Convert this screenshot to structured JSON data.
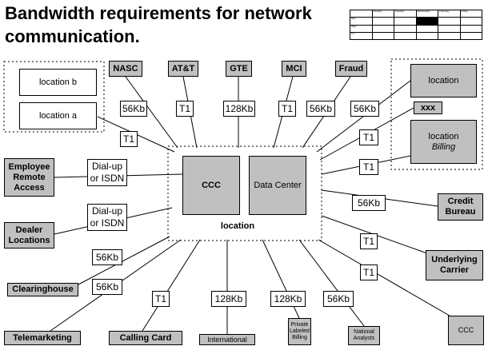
{
  "title": "Bandwidth requirements for network communication.",
  "legend_table": {
    "header": [
      "",
      "Monday",
      "Tuesday",
      "Wednesday",
      "Thursday",
      "Friday"
    ],
    "rows": [
      [
        "Mon",
        "",
        "",
        "",
        "",
        ""
      ],
      [
        "Wed",
        "",
        "",
        "",
        "",
        ""
      ],
      [
        "Fri",
        "",
        "",
        "",
        "",
        ""
      ]
    ]
  },
  "sites": {
    "nasc": "NASC",
    "att": "AT&T",
    "gte": "GTE",
    "mci": "MCI",
    "fraud": "Fraud",
    "location_b": "location b",
    "location_a": "location a",
    "location_right": "location",
    "xxx": "xxx",
    "location_billing_line1": "location",
    "location_billing_line2": "Billing",
    "employee_remote_access": "Employee Remote Access",
    "dealer_locations": "Dealer Locations",
    "clearinghouse": "Clearinghouse",
    "telemarketing": "Telemarketing",
    "calling_card": "Calling Card",
    "international": "International",
    "private_labeled_billing": "Private Labeled Billing",
    "national_analysts": "National Analysts",
    "ccc_bottom": "CCC",
    "credit_bureau": "Credit Bureau",
    "underlying_carrier": "Underlying Carrier"
  },
  "hub": {
    "ccc": "CCC",
    "data_center": "Data Center",
    "location": "location"
  },
  "links": {
    "nasc": "56Kb",
    "att": "T1",
    "gte": "128Kb",
    "mci": "T1",
    "fraud": "56Kb",
    "location_right": "56Kb",
    "locations_ab": "T1",
    "xxx": "T1",
    "billing": "T1",
    "employee": "Dial-up or ISDN",
    "dealer": "Dial-up or ISDN",
    "credit_bureau": "56Kb",
    "underlying_carrier": "T1",
    "ccc_bottom": "T1",
    "clearinghouse": "56Kb",
    "telemarketing": "56Kb",
    "calling_card": "T1",
    "international": "128Kb",
    "private_labeled_billing": "128Kb",
    "national_analysts": "56Kb"
  },
  "colors": {
    "site_fill": "#c0c0c0",
    "line": "#000000"
  }
}
